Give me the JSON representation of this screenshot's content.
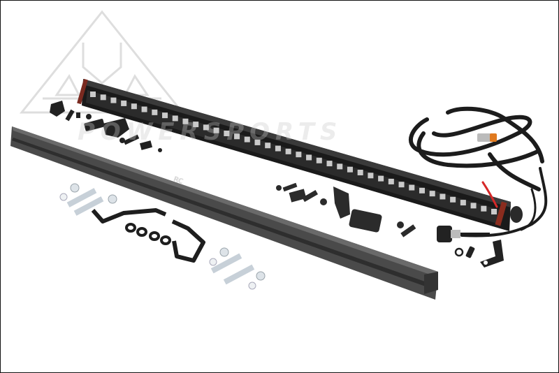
{
  "image": {
    "subject": "LED light bar installation kit",
    "background_color": "#ffffff",
    "border_color": "#111111"
  },
  "watermark": {
    "shape": "triangle-logo",
    "text": "POWERSPORTS",
    "color": "#d0d0d0"
  },
  "components": {
    "light_bar": {
      "label": "single-row LED light bar",
      "housing_color": "#1a1a1a",
      "led_count": 40,
      "accent_color": "#c0392b"
    },
    "mount_channel": {
      "label": "aluminum mounting channel",
      "color": "#4a4a4a",
      "logo_text": "RC"
    },
    "wiring_harness": {
      "label": "braided wiring harness",
      "color": "#1c1c1c",
      "connector_accent": "#e07a1f",
      "wire_accent": "#d62828"
    },
    "hardware": [
      "L-brackets",
      "bolts",
      "nuts",
      "washers",
      "rubber spacers",
      "rubber pads",
      "zinc bolts",
      "end brackets",
      "switch connector"
    ]
  }
}
